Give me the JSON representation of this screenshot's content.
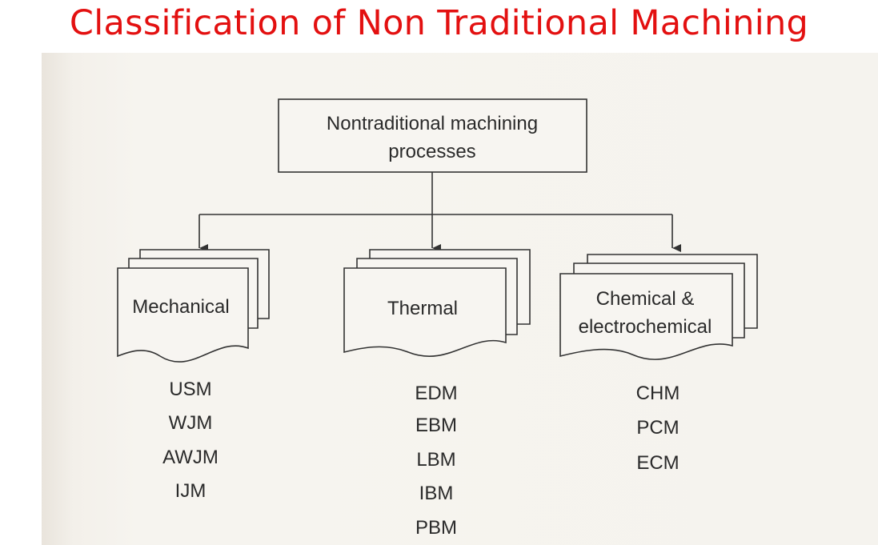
{
  "title": "Classification of Non Traditional Machining",
  "root": {
    "line1": "Nontraditional machining",
    "line2": "processes"
  },
  "categories": [
    {
      "label": "Mechanical",
      "items": [
        "USM",
        "WJM",
        "AWJM",
        "IJM"
      ]
    },
    {
      "label": "Thermal",
      "items": [
        "EDM",
        "EBM",
        "LBM",
        "IBM",
        "PBM"
      ]
    },
    {
      "label_line1": "Chemical &",
      "label_line2": "electrochemical",
      "items": [
        "CHM",
        "PCM",
        "ECM"
      ]
    }
  ]
}
